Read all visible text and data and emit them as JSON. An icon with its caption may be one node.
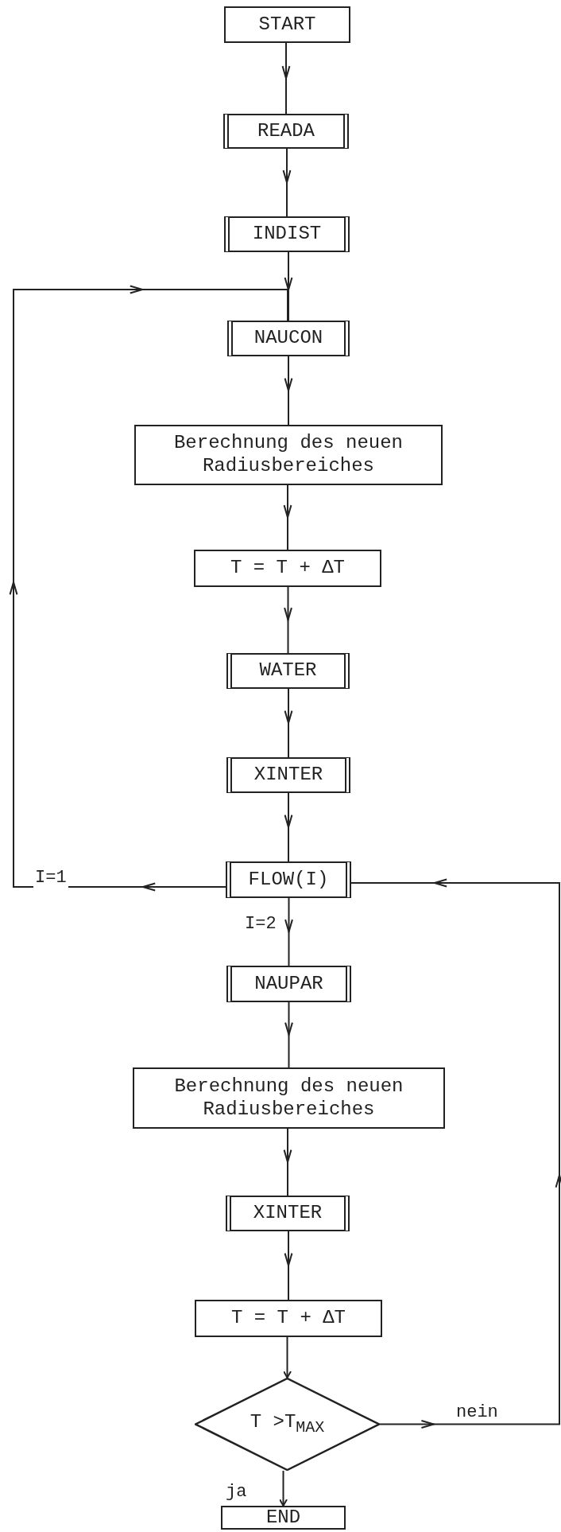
{
  "diagram": {
    "nodes": [
      {
        "text": [
          "START"
        ]
      },
      {
        "text": [
          "READA"
        ]
      },
      {
        "text": [
          "INDIST"
        ]
      },
      {
        "text": [
          "NAUCON"
        ]
      },
      {
        "text": [
          "Berechnung des neuen Radiusbereiches"
        ]
      },
      {
        "text": [
          "T = T + ΔT"
        ]
      },
      {
        "text": [
          "WATER"
        ]
      },
      {
        "text": [
          "XINTER"
        ]
      },
      {
        "text": [
          "FLOW(I)"
        ]
      },
      {
        "text": [
          "NAUPAR"
        ]
      },
      {
        "text": [
          "Berechnung des neuen Radiusbereiches"
        ]
      },
      {
        "text": [
          "XINTER"
        ]
      },
      {
        "text": [
          "T = T + ΔT"
        ]
      },
      {
        "text": [
          "T >T$_{MAX}$"
        ]
      },
      {
        "text": [
          "END"
        ]
      }
    ],
    "edges": [
      {
        "from": 0,
        "to": 1,
        "arrow": "to"
      },
      {
        "from": 1,
        "to": 2,
        "arrow": "to"
      },
      {
        "from": 2,
        "to": 3,
        "arrow": "to"
      },
      {
        "from": 3,
        "to": 4,
        "arrow": "to"
      },
      {
        "from": 4,
        "to": 5,
        "arrow": "to"
      },
      {
        "from": 5,
        "to": 6,
        "arrow": "to"
      },
      {
        "from": 6,
        "to": 7,
        "arrow": "to"
      },
      {
        "from": 7,
        "to": 8,
        "arrow": "to"
      },
      {
        "from": 8,
        "to": 3,
        "label": "I=1",
        "arrow": "to"
      },
      {
        "from": 8,
        "to": 9,
        "label": "I=2",
        "arrow": "to"
      },
      {
        "from": 9,
        "to": 10,
        "arrow": "to"
      },
      {
        "from": 10,
        "to": 11,
        "arrow": "to"
      },
      {
        "from": 11,
        "to": 12,
        "arrow": "to"
      },
      {
        "from": 12,
        "to": 13,
        "arrow": "to"
      },
      {
        "from": 13,
        "to": 8,
        "label": "nein",
        "arrow": "to"
      },
      {
        "from": 13,
        "to": 14,
        "label": "ja",
        "arrow": "to"
      }
    ]
  }
}
